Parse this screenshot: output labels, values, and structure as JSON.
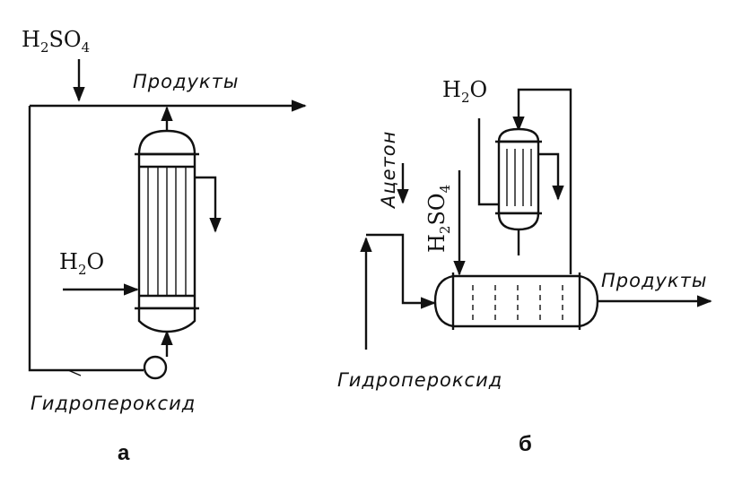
{
  "diagram_a": {
    "caption": "а",
    "acid": {
      "base": "H",
      "sub1": "2",
      "mid": "SO",
      "sub2": "4"
    },
    "water": {
      "base": "H",
      "sub": "2",
      "tail": "O"
    },
    "products": "Продукты",
    "hydroperoxide": "Гидропероксид"
  },
  "diagram_b": {
    "caption": "б",
    "acetone": "Ацетон",
    "acid": {
      "base": "H",
      "sub1": "2",
      "mid": "SO",
      "sub2": "4"
    },
    "water": {
      "base": "H",
      "sub": "2",
      "tail": "O"
    },
    "products": "Продукты",
    "hydroperoxide": "Гидропероксид"
  }
}
